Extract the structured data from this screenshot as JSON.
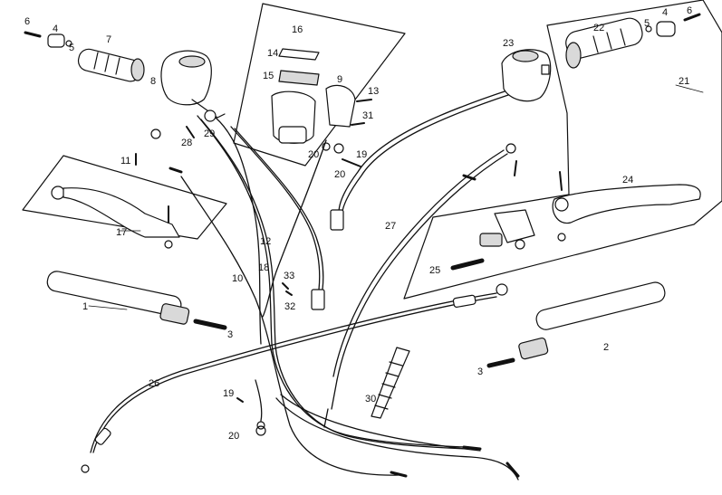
{
  "diagram": {
    "part_labels": [
      "6",
      "4",
      "5",
      "7",
      "8",
      "16",
      "14",
      "15",
      "9",
      "13",
      "31",
      "29",
      "28",
      "11",
      "20",
      "19",
      "20",
      "23",
      "22",
      "5",
      "4",
      "6",
      "21",
      "24",
      "17",
      "12",
      "27",
      "10",
      "18",
      "33",
      "32",
      "25",
      "1",
      "3",
      "26",
      "2",
      "3",
      "30",
      "19",
      "20"
    ]
  },
  "colors": {
    "line": "#111111",
    "fill": "#ffffff",
    "shade": "#d9d9d9"
  }
}
